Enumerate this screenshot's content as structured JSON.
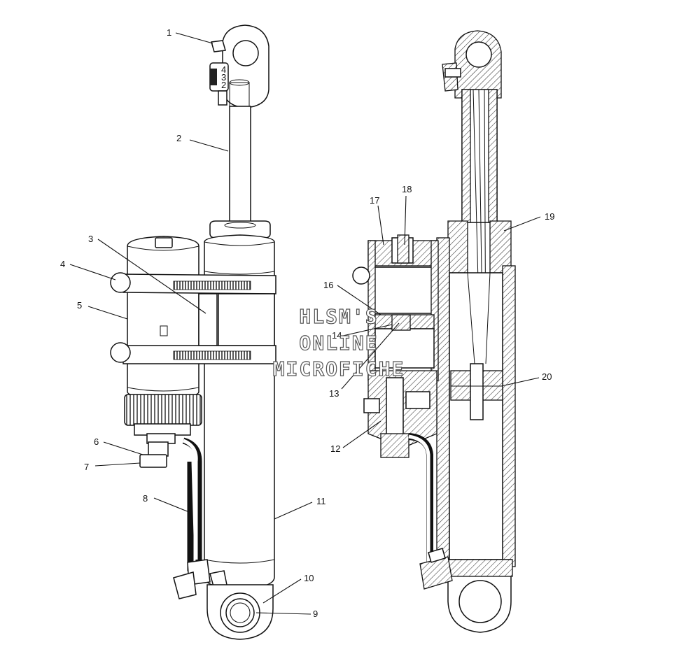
{
  "watermark": {
    "line1": "HLSM'S",
    "line2": "ONLINE",
    "line3": "MICROFICHE"
  },
  "callouts": [
    "1",
    "2",
    "3",
    "4",
    "5",
    "6",
    "7",
    "8",
    "9",
    "10",
    "11",
    "12",
    "13",
    "14",
    "16",
    "17",
    "18",
    "19",
    "20"
  ],
  "dial_numbers": [
    "2",
    "3",
    "4"
  ]
}
